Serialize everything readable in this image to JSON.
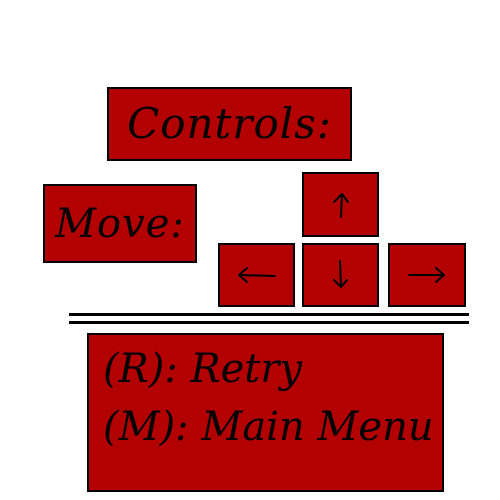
{
  "title": "Controls:",
  "move": {
    "label": "Move:",
    "keys": {
      "up": "up-arrow-icon",
      "left": "left-arrow-icon",
      "down": "down-arrow-icon",
      "right": "right-arrow-icon"
    }
  },
  "options": [
    {
      "text": "(R): Retry"
    },
    {
      "text": "(M): Main Menu"
    }
  ],
  "colors": {
    "panel": "#b30000",
    "outline": "#000000",
    "background": "#ffffff"
  }
}
